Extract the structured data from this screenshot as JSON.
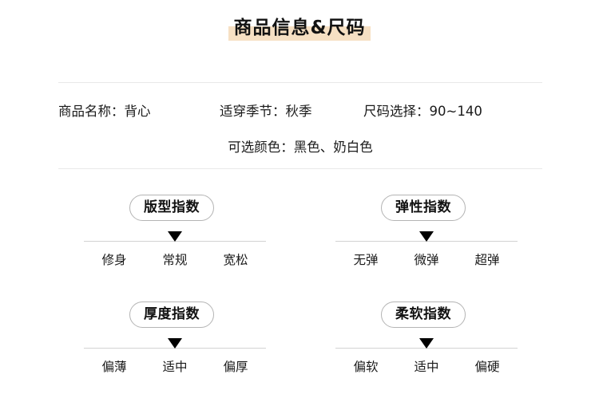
{
  "header": {
    "title": "商品信息&尺码",
    "highlight_color": "#f6e0c3"
  },
  "product_info": {
    "row1": [
      {
        "label": "商品名称：",
        "value": "背心"
      },
      {
        "label": "适穿季节：",
        "value": "秋季"
      },
      {
        "label": "尺码选择：",
        "value": "90~140"
      }
    ],
    "row2": [
      {
        "label": "可选颜色：",
        "value": "黑色、奶白色"
      }
    ]
  },
  "indices": [
    {
      "name": "版型指数",
      "ticks": [
        "修身",
        "常规",
        "宽松"
      ],
      "marker_index": 1,
      "marker_percent": 50
    },
    {
      "name": "弹性指数",
      "ticks": [
        "无弹",
        "微弹",
        "超弹"
      ],
      "marker_index": 1,
      "marker_percent": 50
    },
    {
      "name": "厚度指数",
      "ticks": [
        "偏薄",
        "适中",
        "偏厚"
      ],
      "marker_index": 1,
      "marker_percent": 50
    },
    {
      "name": "柔软指数",
      "ticks": [
        "偏软",
        "适中",
        "偏硬"
      ],
      "marker_index": 1,
      "marker_percent": 50
    }
  ],
  "colors": {
    "divider": "#e9e9e9",
    "track": "#d2d2d2",
    "marker": "#000000",
    "pill_border": "#b4b4b4",
    "text": "#1a1a1a"
  }
}
